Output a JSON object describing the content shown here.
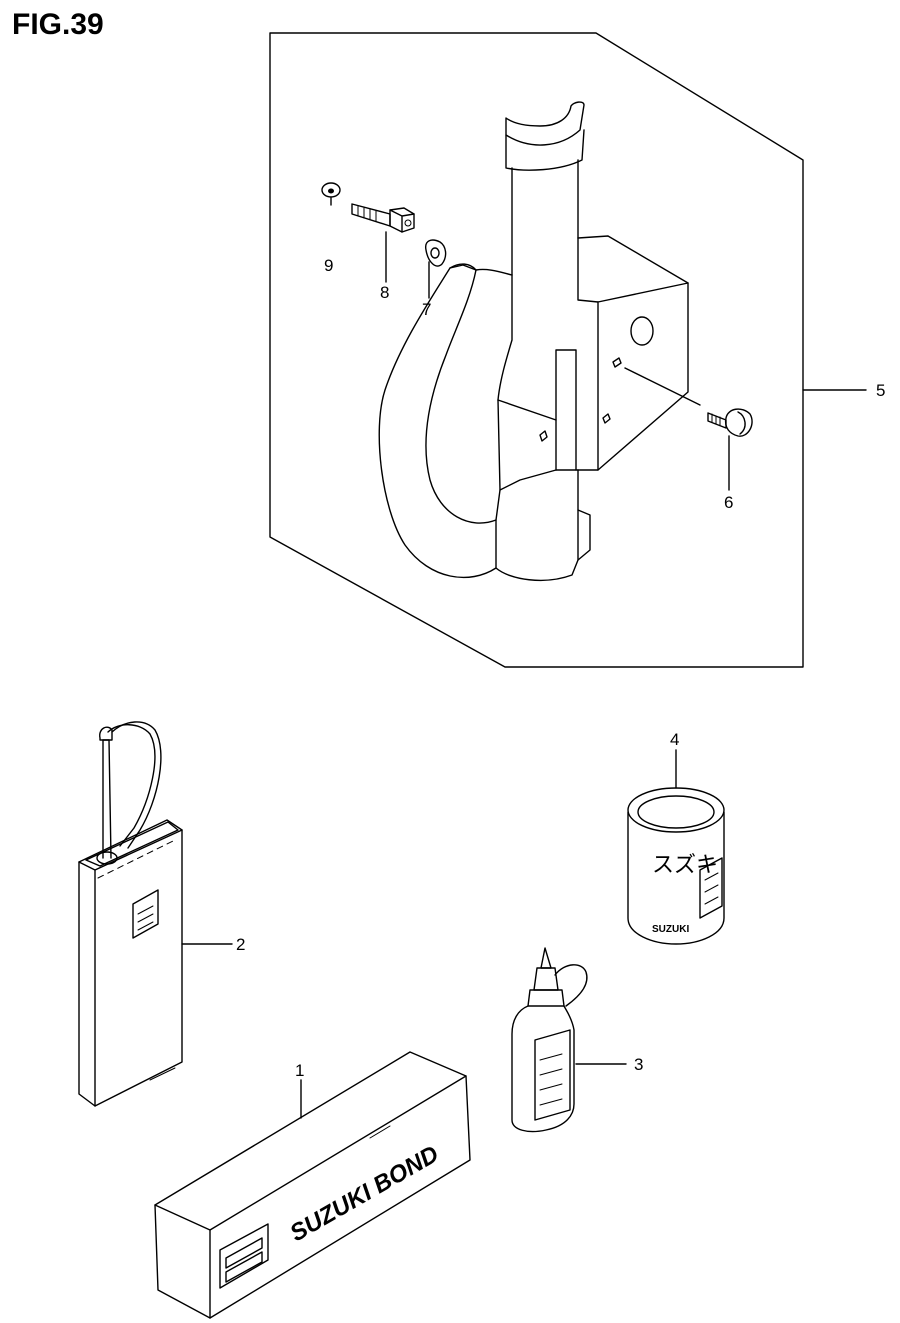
{
  "figure": {
    "title": "FIG.39"
  },
  "callouts": [
    {
      "id": "1",
      "label": "1"
    },
    {
      "id": "2",
      "label": "2"
    },
    {
      "id": "3",
      "label": "3"
    },
    {
      "id": "4",
      "label": "4"
    },
    {
      "id": "5",
      "label": "5"
    },
    {
      "id": "6",
      "label": "6"
    },
    {
      "id": "7",
      "label": "7"
    },
    {
      "id": "8",
      "label": "8"
    },
    {
      "id": "9",
      "label": "9"
    }
  ],
  "parts": {
    "bond_box": {
      "print": "SUZUKI BOND"
    },
    "paint_can": {
      "jp_print": "スズキ",
      "brand_print": "SUZUKI"
    }
  }
}
